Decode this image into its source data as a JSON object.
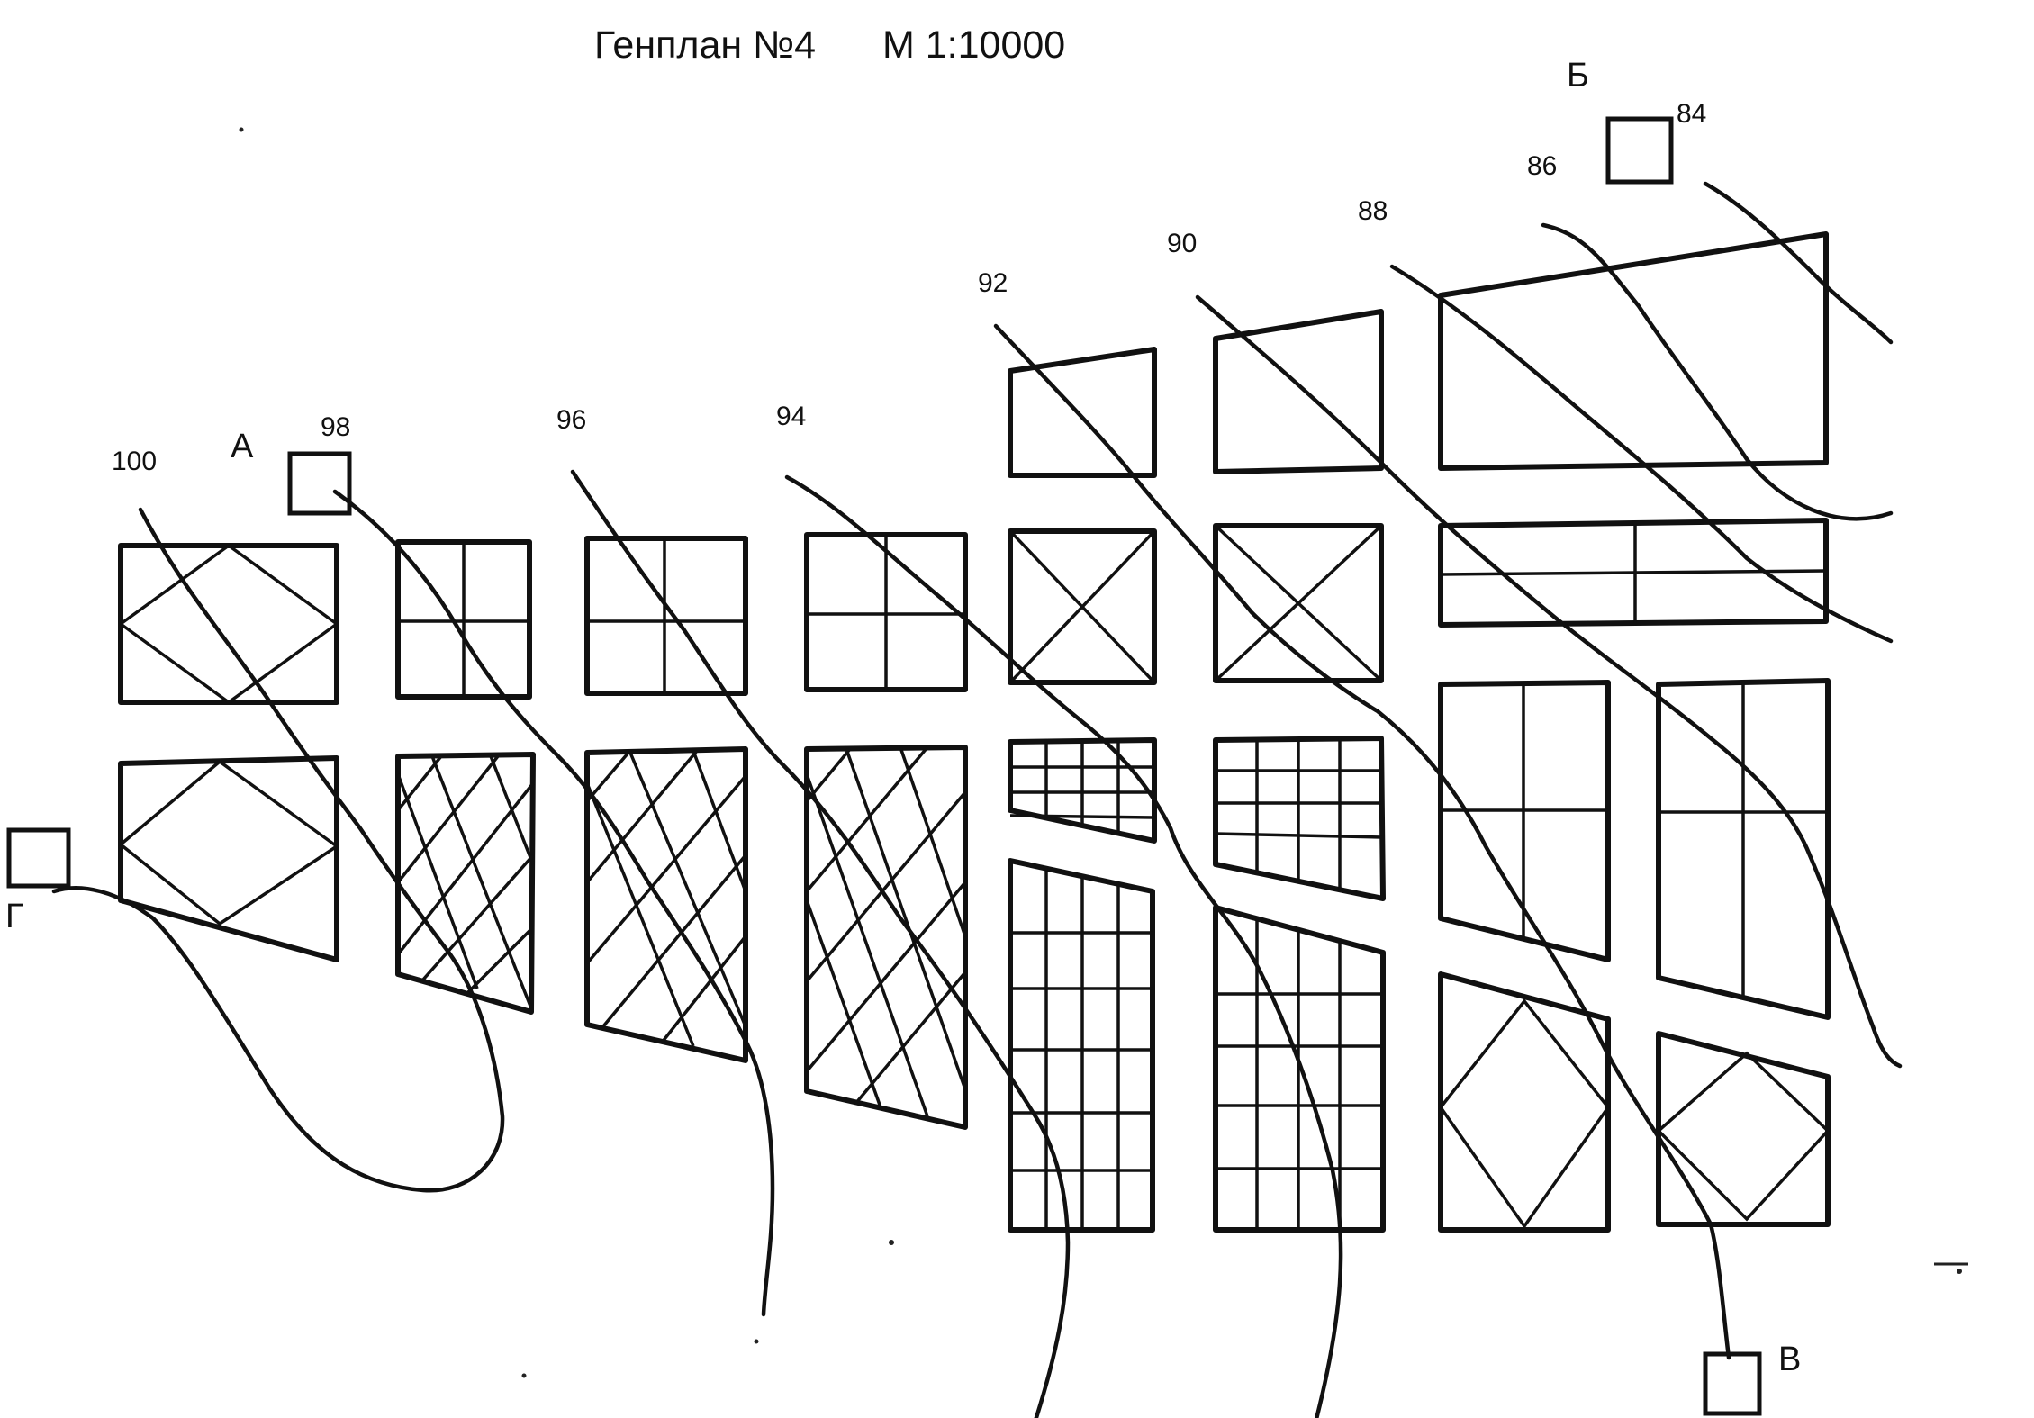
{
  "plan": {
    "title": "Генплан №4",
    "scale": "М 1:10000"
  },
  "points": {
    "a": "А",
    "b": "Б",
    "v": "В",
    "g": "Г"
  },
  "contours": [
    "100",
    "98",
    "96",
    "94",
    "92",
    "90",
    "88",
    "86",
    "84"
  ],
  "colors": {
    "ink": "#111111",
    "paper": "#ffffff"
  }
}
